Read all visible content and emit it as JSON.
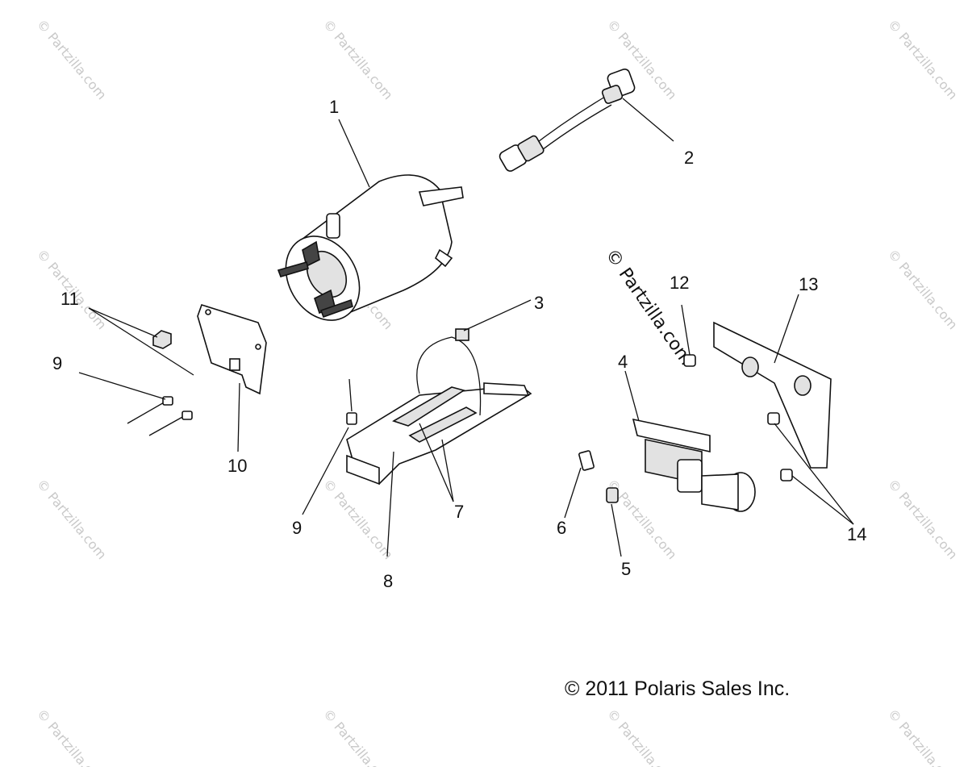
{
  "diagram": {
    "callouts": [
      "1",
      "2",
      "3",
      "4",
      "5",
      "6",
      "7",
      "8",
      "9",
      "9",
      "10",
      "11",
      "12",
      "13",
      "14"
    ],
    "copyright": "© 2011 Polaris Sales Inc.",
    "watermark": "© Partzilla.com"
  },
  "colors": {
    "line": "#111111",
    "watermark": "#c9c9c9",
    "background": "#ffffff"
  }
}
